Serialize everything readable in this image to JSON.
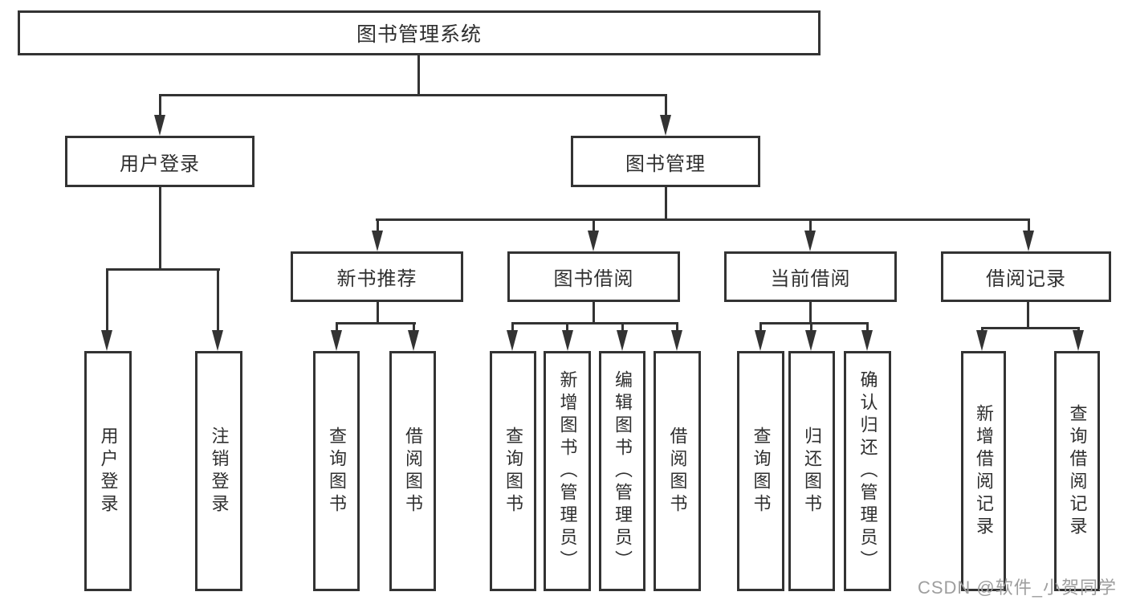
{
  "diagram_title": "图书管理系统",
  "watermark": "CSDN @软件_小贺同学",
  "colors": {
    "line": "#333333",
    "text": "#2f2f2f",
    "background": "#ffffff",
    "watermark": "#9e9e9e"
  },
  "nodes": {
    "root": {
      "label": "图书管理系统"
    },
    "level2": [
      {
        "label": "用户登录"
      },
      {
        "label": "图书管理"
      }
    ],
    "level3": [
      {
        "label": "新书推荐",
        "parent": "图书管理"
      },
      {
        "label": "图书借阅",
        "parent": "图书管理"
      },
      {
        "label": "当前借阅",
        "parent": "图书管理"
      },
      {
        "label": "借阅记录",
        "parent": "图书管理"
      }
    ],
    "level4": [
      {
        "label": "用户登录",
        "parent": "用户登录"
      },
      {
        "label": "注销登录",
        "parent": "用户登录"
      },
      {
        "label": "查询图书",
        "parent": "新书推荐"
      },
      {
        "label": "借阅图书",
        "parent": "新书推荐"
      },
      {
        "label": "查询图书",
        "parent": "图书借阅"
      },
      {
        "label": "新增图书（管理员）",
        "parent": "图书借阅"
      },
      {
        "label": "编辑图书（管理员）",
        "parent": "图书借阅"
      },
      {
        "label": "借阅图书",
        "parent": "图书借阅"
      },
      {
        "label": "查询图书",
        "parent": "当前借阅"
      },
      {
        "label": "归还图书",
        "parent": "当前借阅"
      },
      {
        "label": "确认归还（管理员）",
        "parent": "当前借阅"
      },
      {
        "label": "新增借阅记录",
        "parent": "借阅记录"
      },
      {
        "label": "查询借阅记录",
        "parent": "借阅记录"
      }
    ]
  }
}
